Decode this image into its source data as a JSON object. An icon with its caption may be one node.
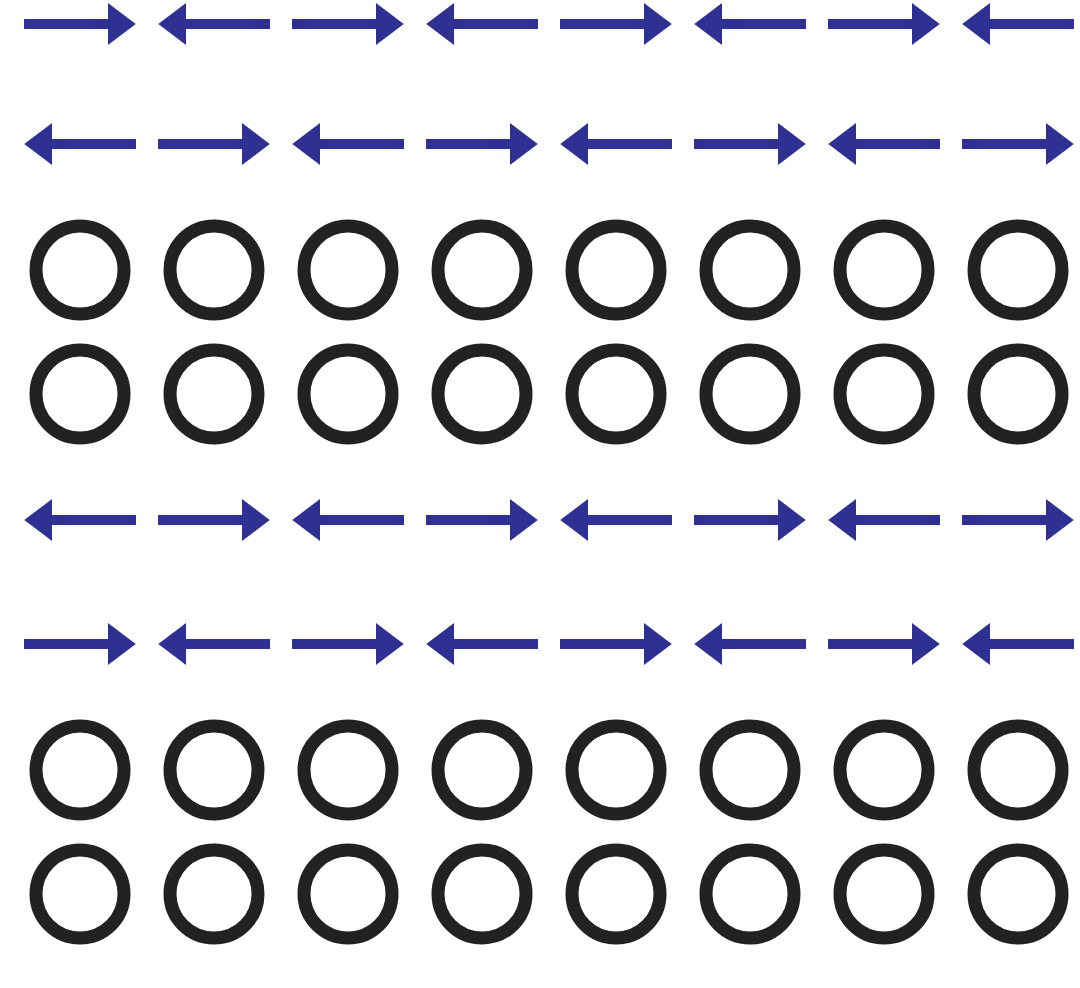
{
  "diagram": {
    "nodes": [
      {
        "shape": "circle",
        "text": []
      },
      {
        "shape": "circle",
        "text": []
      },
      {
        "shape": "circle",
        "text": []
      },
      {
        "shape": "circle",
        "text": []
      },
      {
        "shape": "circle",
        "text": []
      },
      {
        "shape": "circle",
        "text": []
      },
      {
        "shape": "circle",
        "text": []
      },
      {
        "shape": "circle",
        "text": []
      },
      {
        "shape": "circle",
        "text": []
      },
      {
        "shape": "circle",
        "text": []
      },
      {
        "shape": "circle",
        "text": []
      },
      {
        "shape": "circle",
        "text": []
      },
      {
        "shape": "circle",
        "text": []
      },
      {
        "shape": "circle",
        "text": []
      },
      {
        "shape": "circle",
        "text": []
      },
      {
        "shape": "circle",
        "text": []
      },
      {
        "shape": "circle",
        "text": []
      },
      {
        "shape": "circle",
        "text": []
      },
      {
        "shape": "circle",
        "text": []
      },
      {
        "shape": "circle",
        "text": []
      },
      {
        "shape": "circle",
        "text": []
      },
      {
        "shape": "circle",
        "text": []
      },
      {
        "shape": "circle",
        "text": []
      },
      {
        "shape": "circle",
        "text": []
      },
      {
        "shape": "circle",
        "text": []
      },
      {
        "shape": "circle",
        "text": []
      },
      {
        "shape": "circle",
        "text": []
      },
      {
        "shape": "circle",
        "text": []
      },
      {
        "shape": "circle",
        "text": []
      },
      {
        "shape": "circle",
        "text": []
      },
      {
        "shape": "circle",
        "text": []
      },
      {
        "shape": "circle",
        "text": []
      }
    ]
  }
}
